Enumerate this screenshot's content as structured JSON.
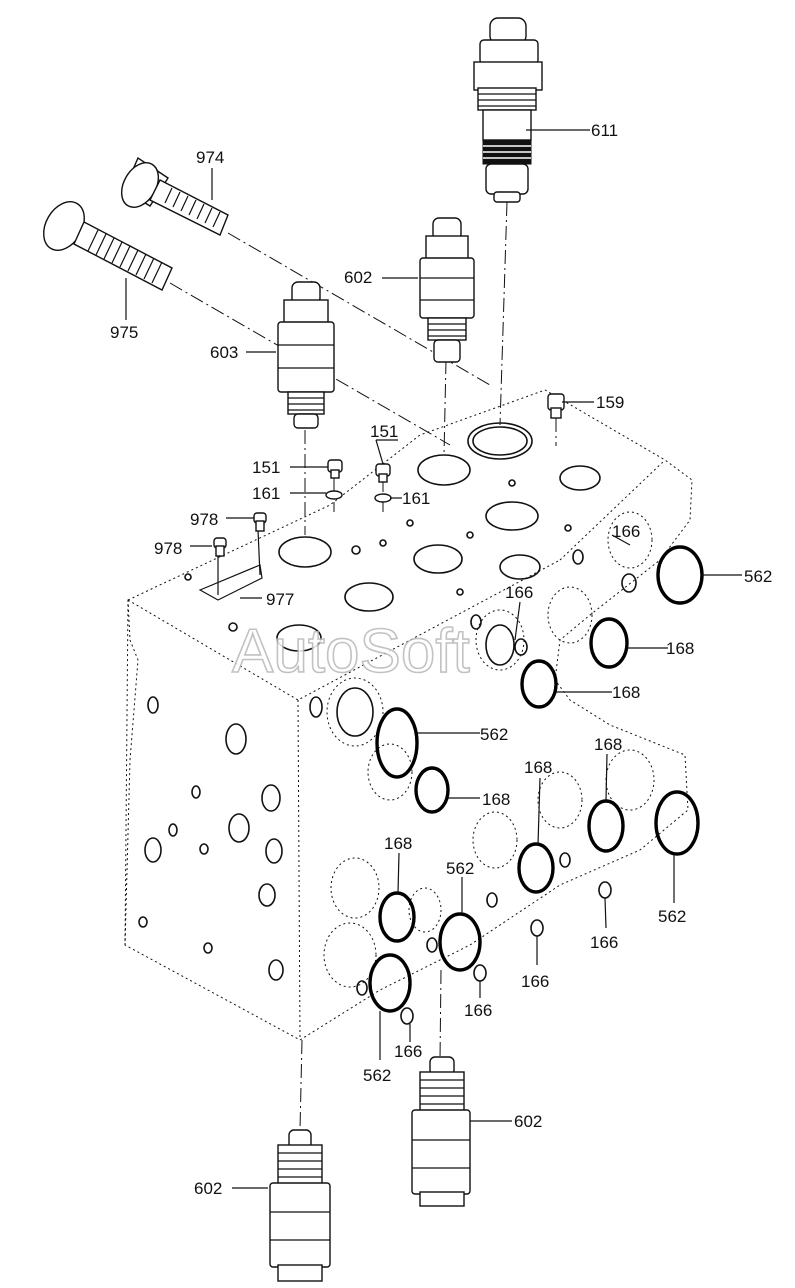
{
  "callouts": {
    "c611": "611",
    "c974": "974",
    "c975": "975",
    "c602a": "602",
    "c603": "603",
    "c159": "159",
    "c151a": "151",
    "c151b": "151",
    "c161a": "161",
    "c161b": "161",
    "c978a": "978",
    "c978b": "978",
    "c977": "977",
    "c166a": "166",
    "c562a": "562",
    "c166b": "166",
    "c168a": "168",
    "c168b": "168",
    "c562b": "562",
    "c168c": "168",
    "c168d": "168",
    "c168e": "168",
    "c168f": "168",
    "c562c": "562",
    "c562d": "562",
    "c166c": "166",
    "c166d": "166",
    "c166e": "166",
    "c562e": "562",
    "c166f": "166",
    "c602b": "602",
    "c602c": "602"
  },
  "watermark": "AutoSoft"
}
